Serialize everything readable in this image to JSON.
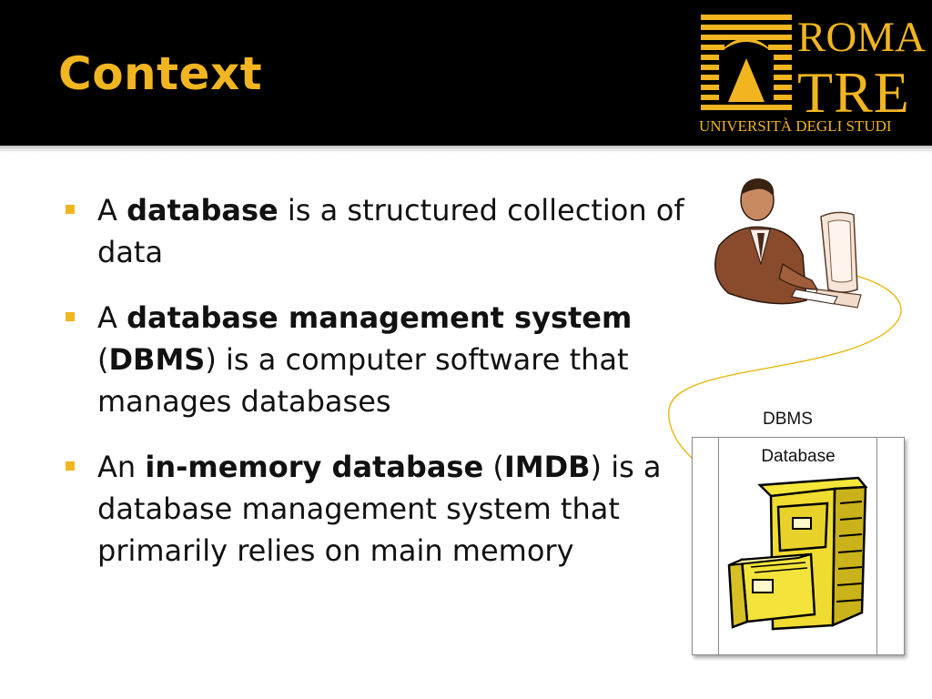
{
  "slide": {
    "title": "Context"
  },
  "logo": {
    "line1": "ROMA",
    "line2": "TRE",
    "line3": "UNIVERSITÀ DEGLI STUDI"
  },
  "bullets": [
    {
      "parts": [
        {
          "text": "A ",
          "bold": false
        },
        {
          "text": "database",
          "bold": true
        },
        {
          "text": " is a structured collection of data",
          "bold": false
        }
      ]
    },
    {
      "parts": [
        {
          "text": "A ",
          "bold": false
        },
        {
          "text": "database management system",
          "bold": true
        },
        {
          "text": " (",
          "bold": false
        },
        {
          "text": "DBMS",
          "bold": true
        },
        {
          "text": ") is a computer software that manages databases",
          "bold": false
        }
      ]
    },
    {
      "parts": [
        {
          "text": "An ",
          "bold": false
        },
        {
          "text": "in-memory database",
          "bold": true
        },
        {
          "text": " (",
          "bold": false
        },
        {
          "text": "IMDB",
          "bold": true
        },
        {
          "text": ") is a database management system that primarily relies on main memory",
          "bold": false
        }
      ]
    }
  ],
  "diagram": {
    "dbms_label": "DBMS",
    "database_label": "Database"
  },
  "colors": {
    "accent": "#f1b520",
    "header_bg": "#000000"
  }
}
